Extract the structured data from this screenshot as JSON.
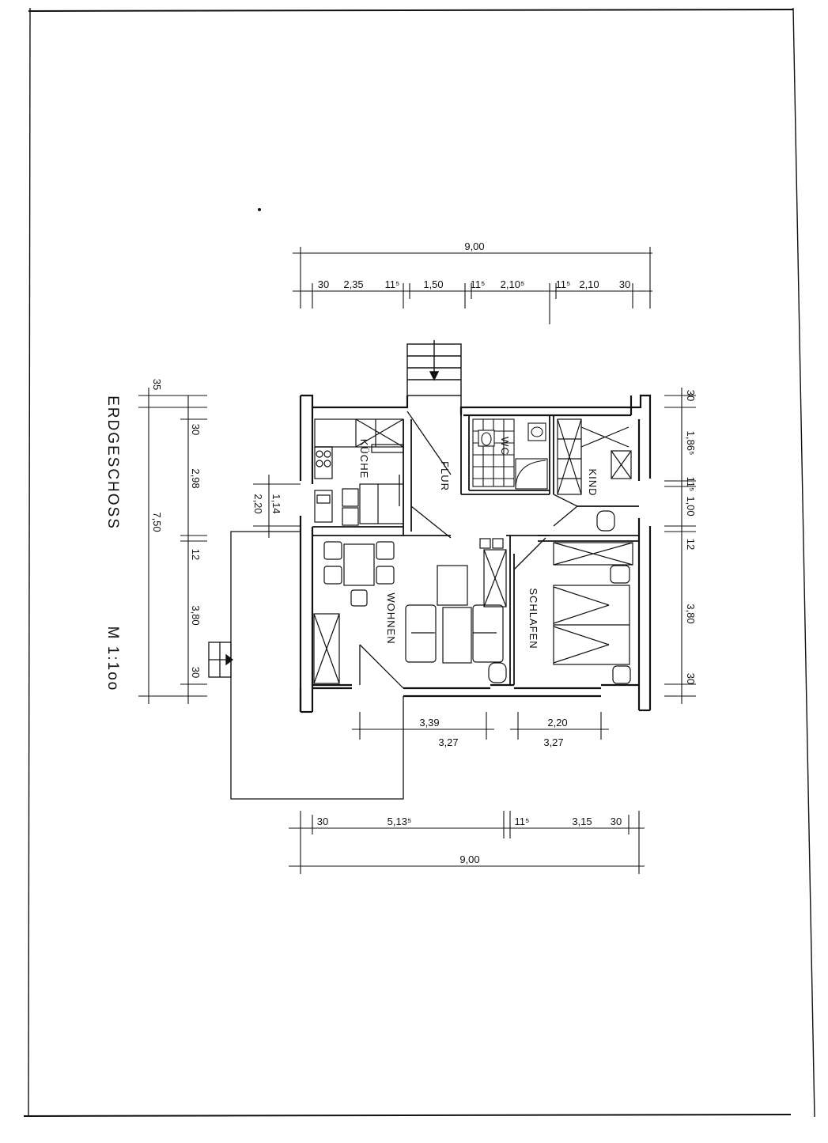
{
  "plan": {
    "title": "ERDGESCHOSS",
    "scale": "M 1:1oo"
  },
  "rooms": {
    "kueche": "KÜCHE",
    "flur": "FLUR",
    "wc": "WC",
    "kind": "KIND",
    "wohnen": "WOHNEN",
    "schlafen": "SCHLAFEN"
  },
  "dims": {
    "top_total": "9,00",
    "top": [
      "30",
      "2,35",
      "11⁵",
      "1,50",
      "11⁵",
      "2,10⁵",
      "11⁵",
      "2,10",
      "30"
    ],
    "bottom_total": "9,00",
    "bottom": [
      "30",
      "5,13⁵",
      "11⁵",
      "3,15",
      "30"
    ],
    "left_total": "7,50",
    "left_top": "35",
    "left": [
      "30",
      "2,98",
      "12",
      "3,80",
      "30"
    ],
    "left_window": [
      "1,14",
      "2,20"
    ],
    "right": [
      "30",
      "1,86⁵",
      "11⁵",
      "1,00",
      "12",
      "3,80",
      "30"
    ],
    "opening_wohnen": [
      "3,39",
      "3,27"
    ],
    "opening_schlafen": [
      "2,20",
      "3,27"
    ]
  }
}
